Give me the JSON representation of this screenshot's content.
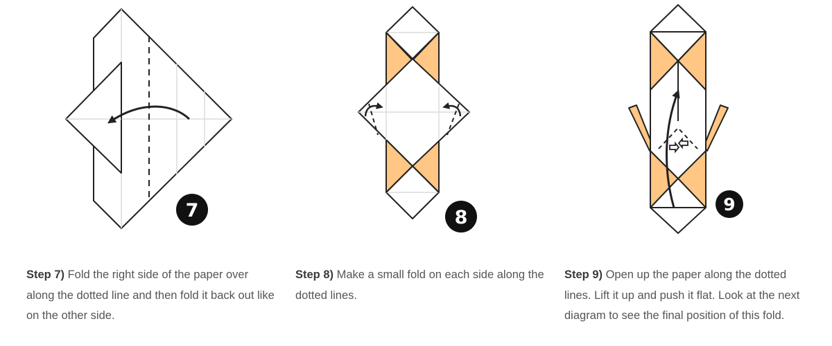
{
  "steps": [
    {
      "number": "7",
      "label": "Step 7)",
      "text": " Fold the right side of the paper over along the dotted line and then fold it back out like on the other side."
    },
    {
      "number": "8",
      "label": "Step 8)",
      "text": " Make a small fold on each side along the dotted lines."
    },
    {
      "number": "9",
      "label": "Step 9)",
      "text": " Open up the paper along the dotted lines. Lift it up and push it flat. Look at the next diagram to see the final position of this fold."
    }
  ],
  "colors": {
    "paper": "#ffffff",
    "paper_back": "#ffc684",
    "outline": "#222222",
    "crease": "#dcdcdc",
    "badge": "#111111"
  }
}
